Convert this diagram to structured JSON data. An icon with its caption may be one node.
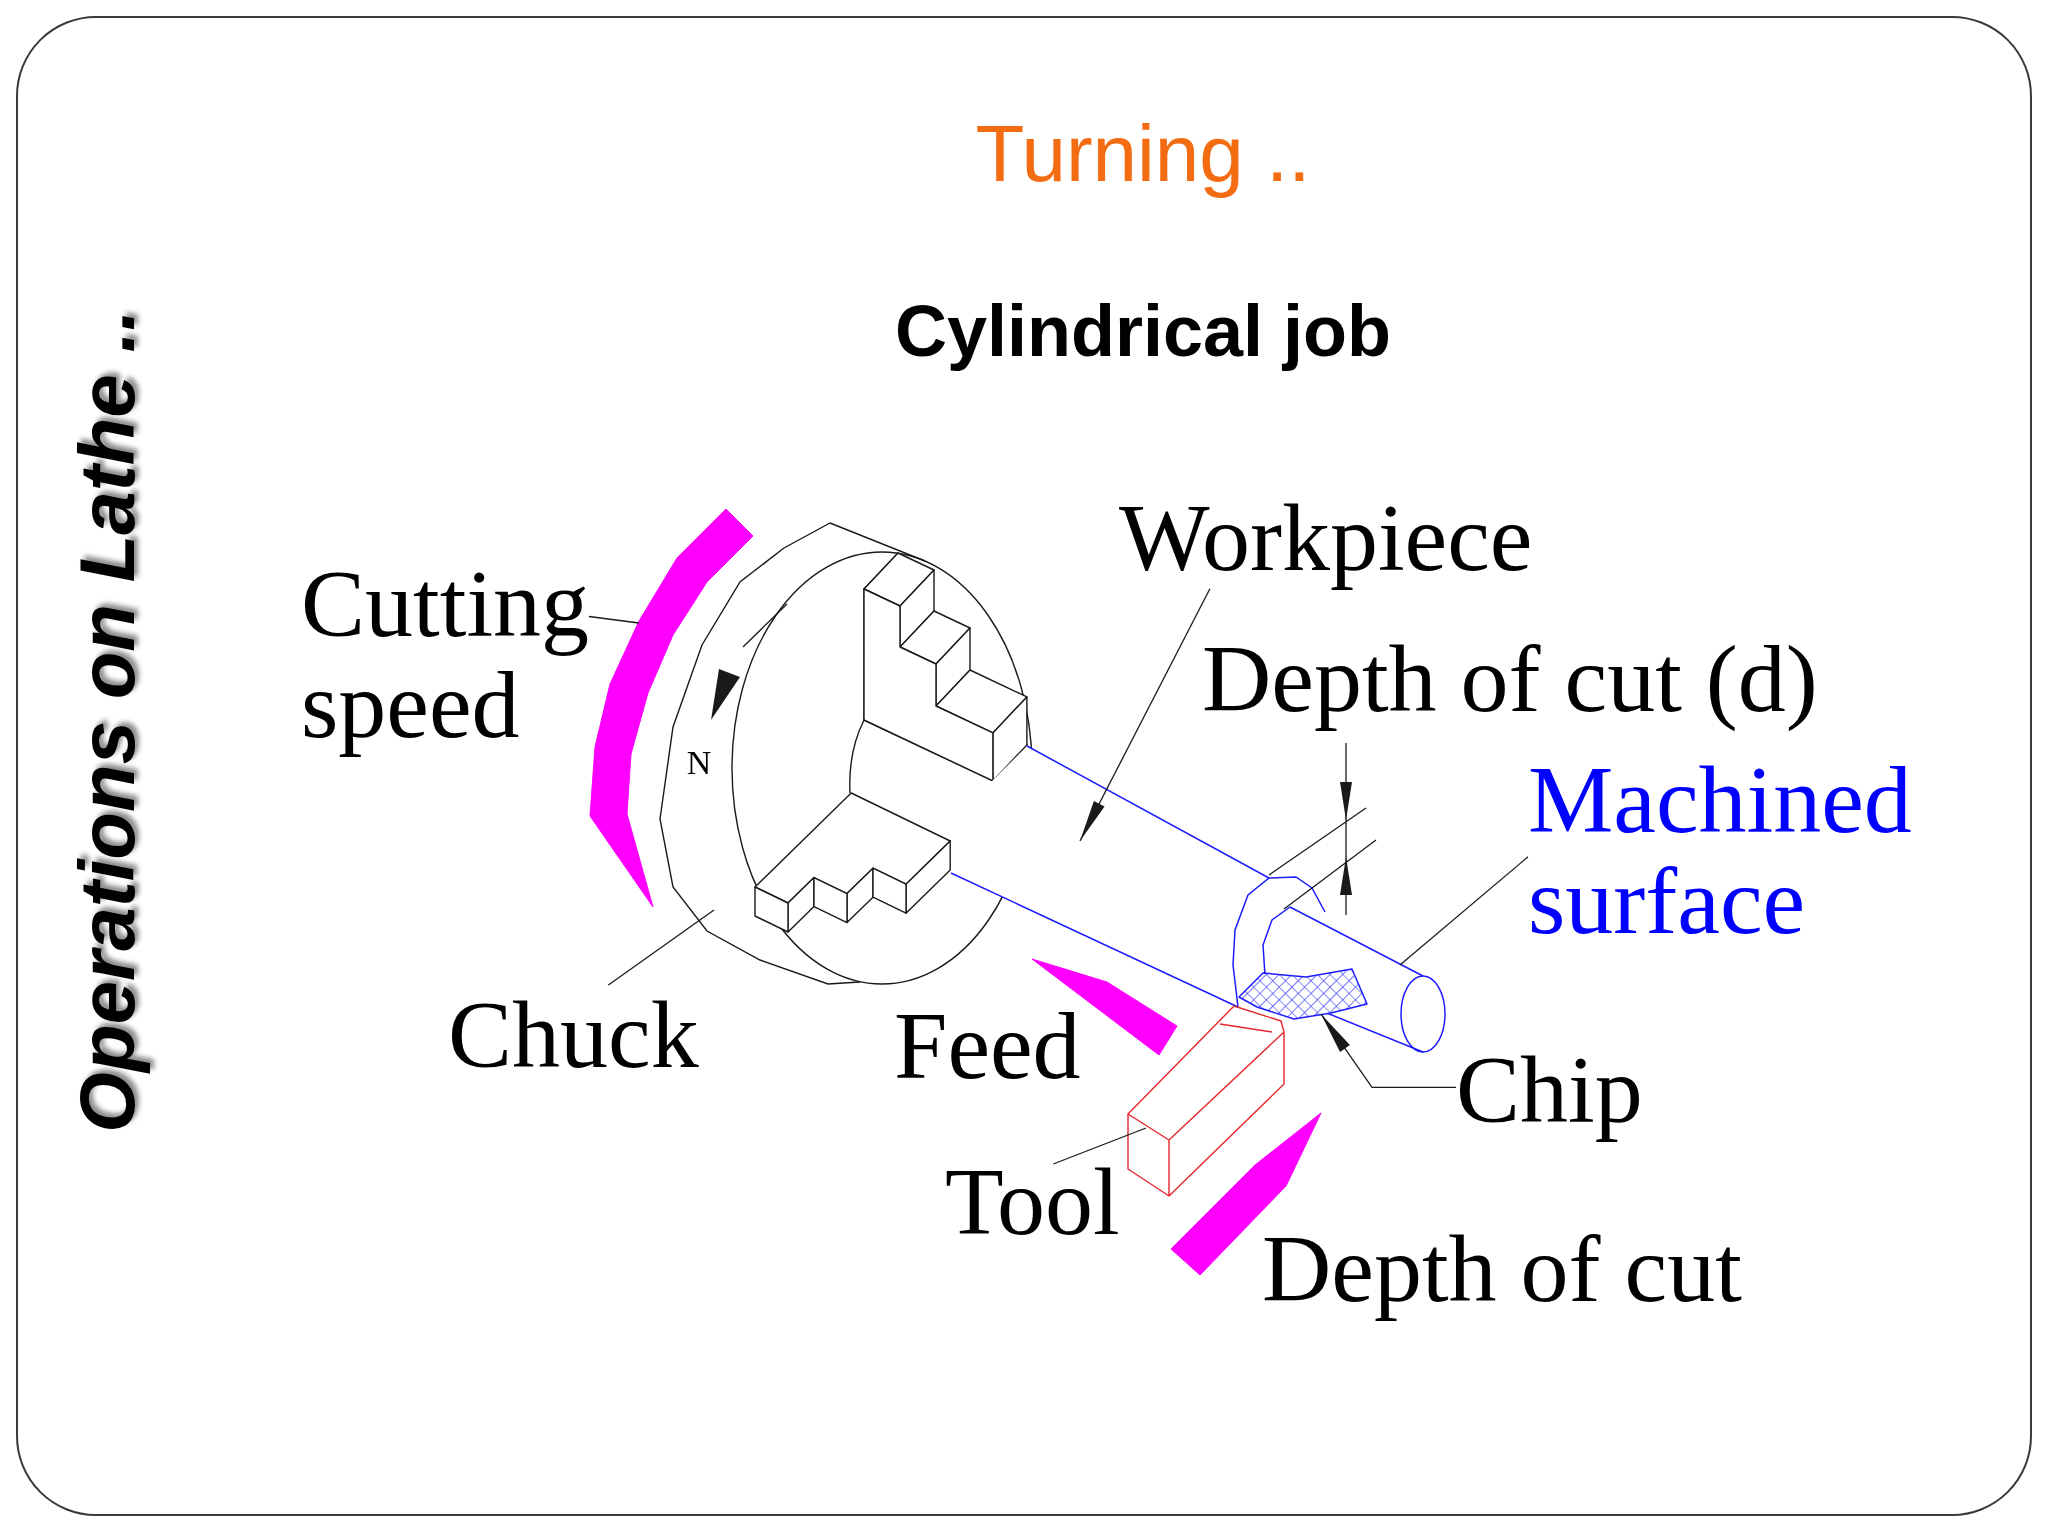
{
  "diagram": {
    "title": "Turning ..",
    "nodes": [
      {
        "text": [
          "Cutting speed"
        ]
      },
      {
        "text": [],
        "shape": "arrow"
      },
      {
        "text": [
          "Workpiece"
        ]
      },
      {
        "text": [],
        "shape": "cylinder"
      },
      {
        "text": [
          "Machined surface"
        ]
      },
      {
        "text": [],
        "shape": "cylinder"
      },
      {
        "text": [
          "Chuck"
        ]
      },
      {
        "text": [],
        "shape": "picture"
      },
      {
        "text": [
          "Chip"
        ]
      },
      {
        "text": [],
        "shape": "picture"
      },
      {
        "text": [
          "Tool"
        ]
      },
      {
        "text": [],
        "shape": "box"
      },
      {
        "text": [],
        "shape": "arrow",
        "beside": [
          "Feed"
        ]
      },
      {
        "text": [],
        "shape": "arrow",
        "beside": [
          "Depth of cut"
        ]
      }
    ],
    "edges": [
      {
        "from": 0,
        "to": 1,
        "arrow": "none"
      },
      {
        "from": 2,
        "to": 3,
        "arrow": "to"
      },
      {
        "from": 4,
        "to": 5,
        "arrow": "none"
      },
      {
        "from": 6,
        "to": 7,
        "arrow": "none"
      },
      {
        "from": 8,
        "to": 9,
        "arrow": "to"
      },
      {
        "from": 10,
        "to": 11,
        "arrow": "none"
      }
    ],
    "labels": [
      "Operations on Lathe ..",
      "Cylindrical job",
      "N",
      "Depth of cut (d)"
    ]
  }
}
